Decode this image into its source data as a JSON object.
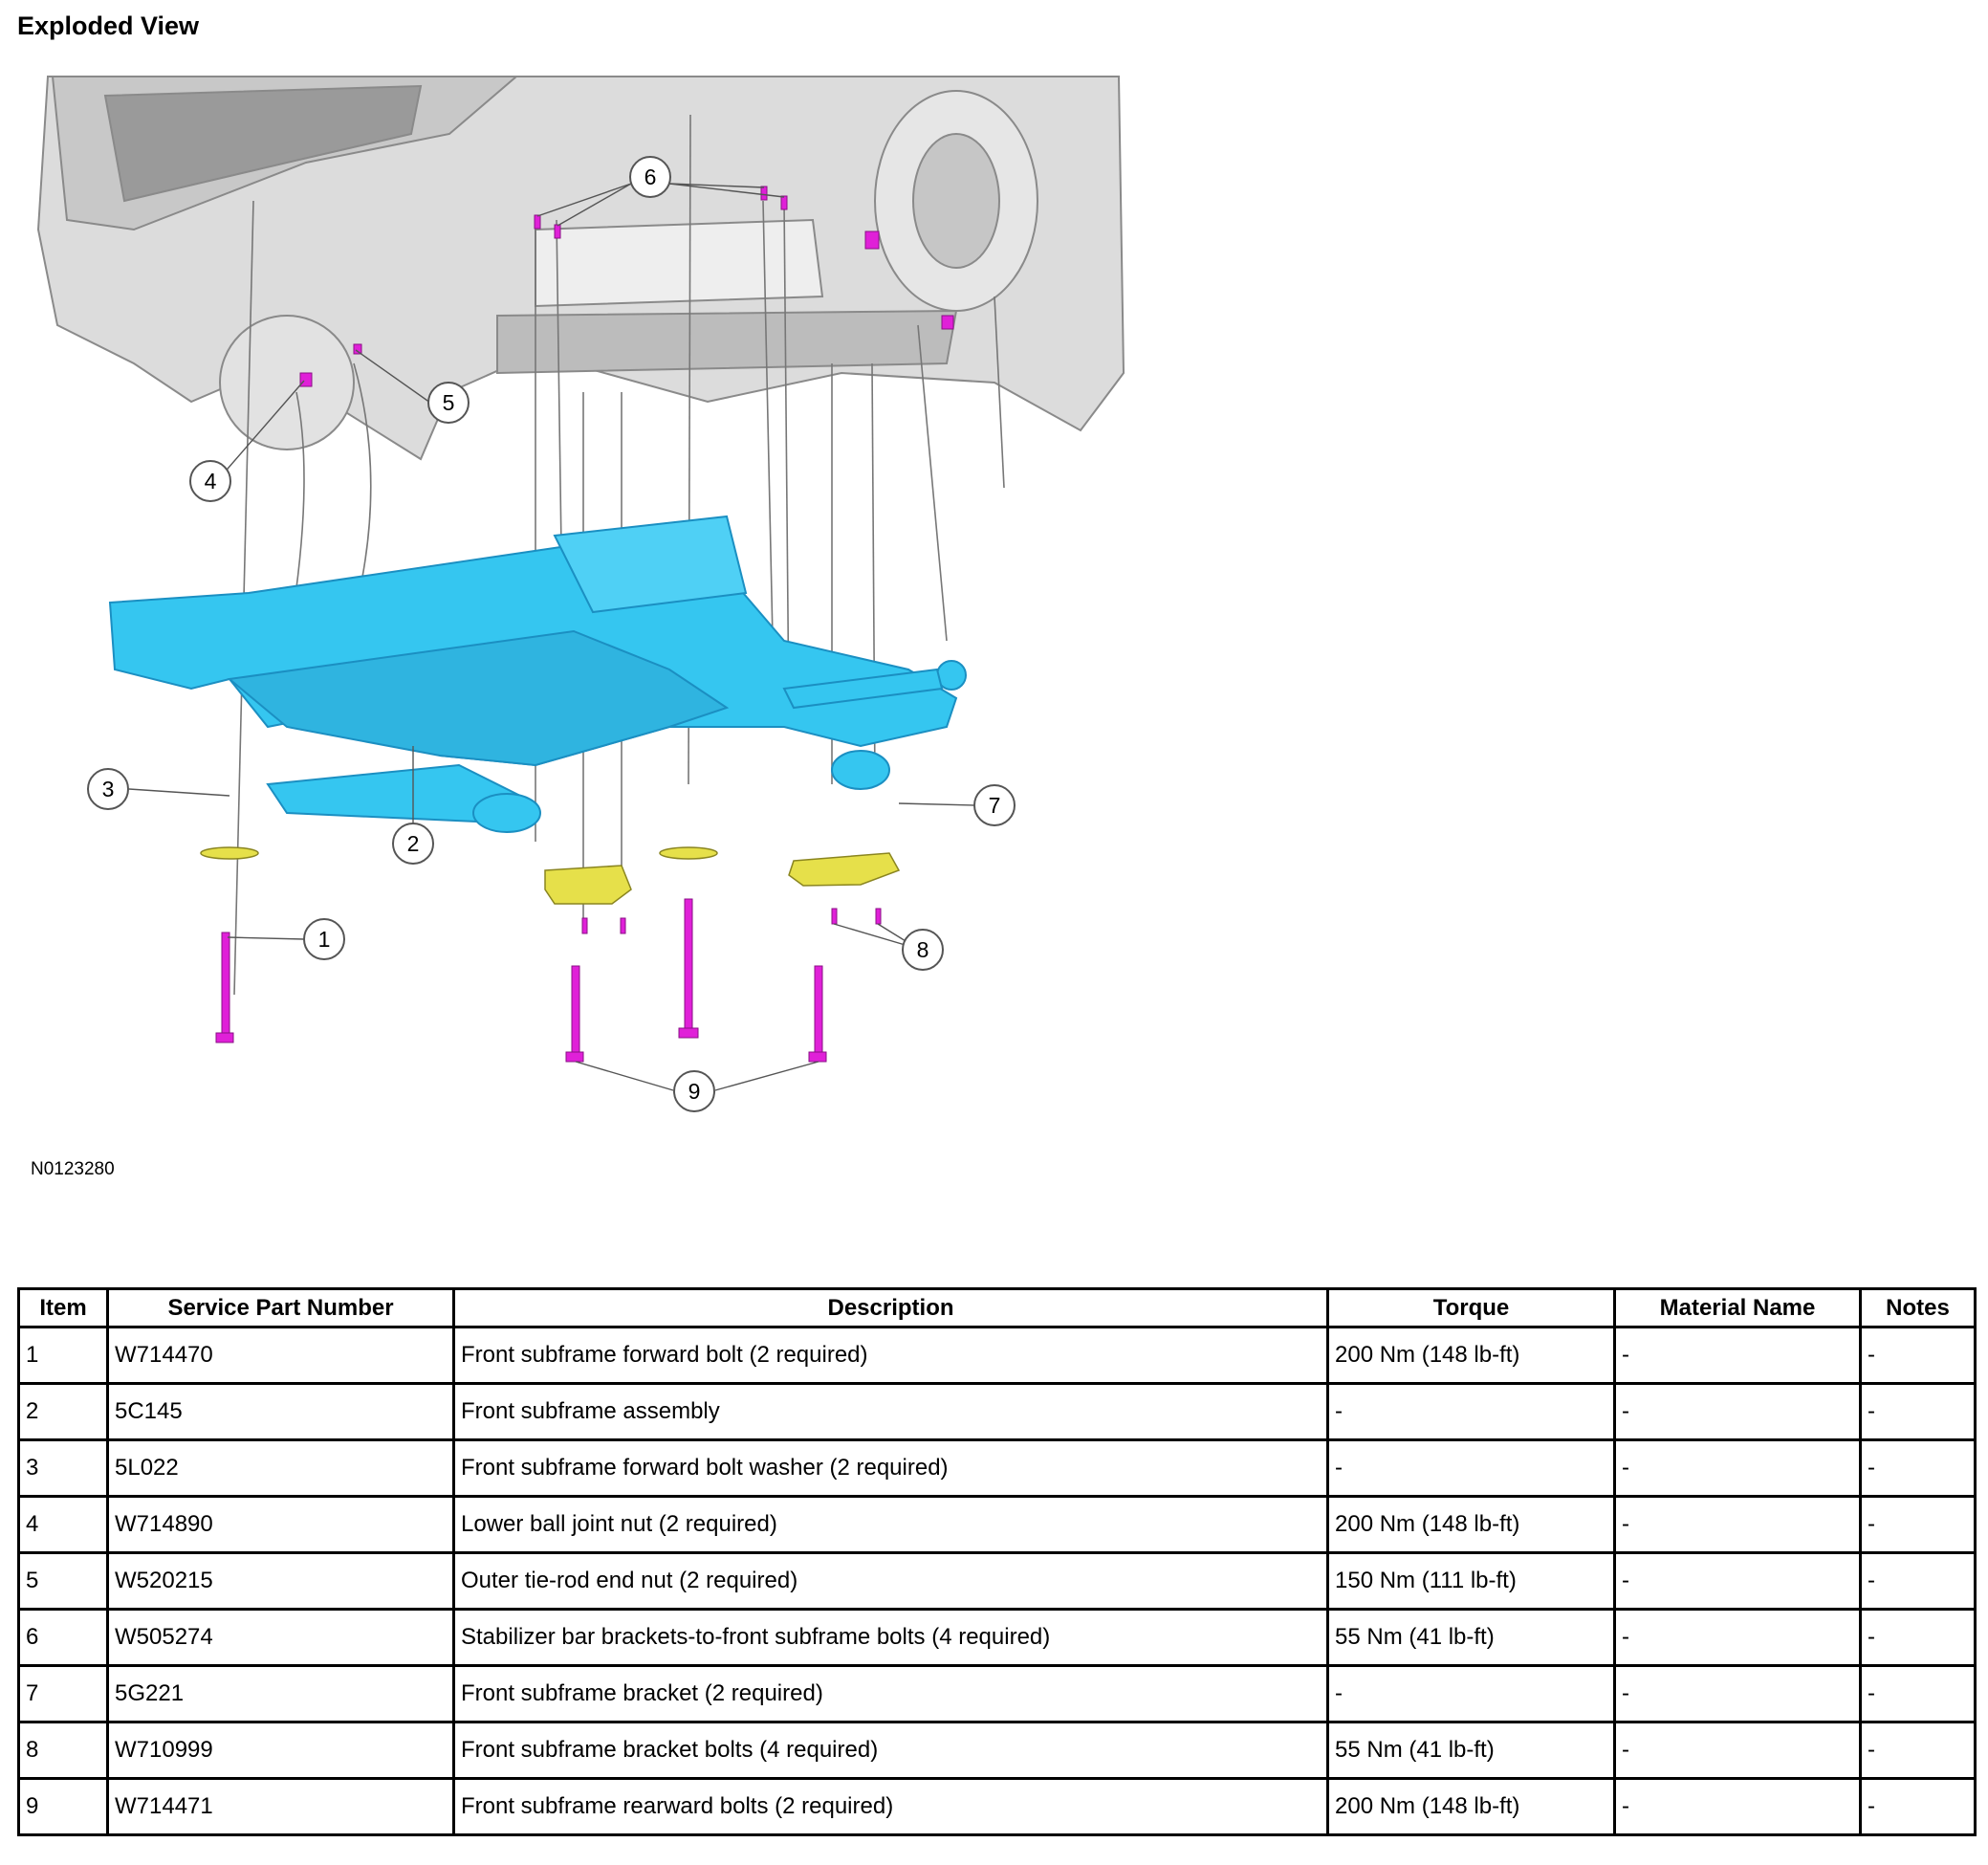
{
  "page": {
    "title": "Exploded View",
    "figure_code": "N0123280"
  },
  "diagram": {
    "callouts": [
      "1",
      "2",
      "3",
      "4",
      "5",
      "6",
      "7",
      "8",
      "9"
    ],
    "colors": {
      "subframe": "#35c6f0",
      "subframe_dark": "#1b8fc2",
      "fastener": "#e020d8",
      "bracket": "#e6e04a",
      "body": "#d9d9d9",
      "body_line": "#8a8a8a"
    }
  },
  "table": {
    "headers": [
      "Item",
      "Service Part Number",
      "Description",
      "Torque",
      "Material Name",
      "Notes"
    ],
    "rows": [
      [
        "1",
        "W714470",
        "Front subframe forward bolt (2 required)",
        "200 Nm (148 lb-ft)",
        "-",
        "-"
      ],
      [
        "2",
        "5C145",
        "Front subframe assembly",
        "-",
        "-",
        "-"
      ],
      [
        "3",
        "5L022",
        "Front subframe forward bolt washer (2 required)",
        "-",
        "-",
        "-"
      ],
      [
        "4",
        "W714890",
        "Lower ball joint nut (2 required)",
        "200 Nm (148 lb-ft)",
        "-",
        "-"
      ],
      [
        "5",
        "W520215",
        "Outer tie-rod end nut (2 required)",
        "150 Nm (111 lb-ft)",
        "-",
        "-"
      ],
      [
        "6",
        "W505274",
        "Stabilizer bar brackets-to-front subframe bolts (4 required)",
        "55 Nm (41 lb-ft)",
        "-",
        "-"
      ],
      [
        "7",
        "5G221",
        "Front subframe bracket (2 required)",
        "-",
        "-",
        "-"
      ],
      [
        "8",
        "W710999",
        "Front subframe bracket bolts (4 required)",
        "55 Nm (41 lb-ft)",
        "-",
        "-"
      ],
      [
        "9",
        "W714471",
        "Front subframe rearward bolts (2 required)",
        "200 Nm (148 lb-ft)",
        "-",
        "-"
      ]
    ]
  }
}
